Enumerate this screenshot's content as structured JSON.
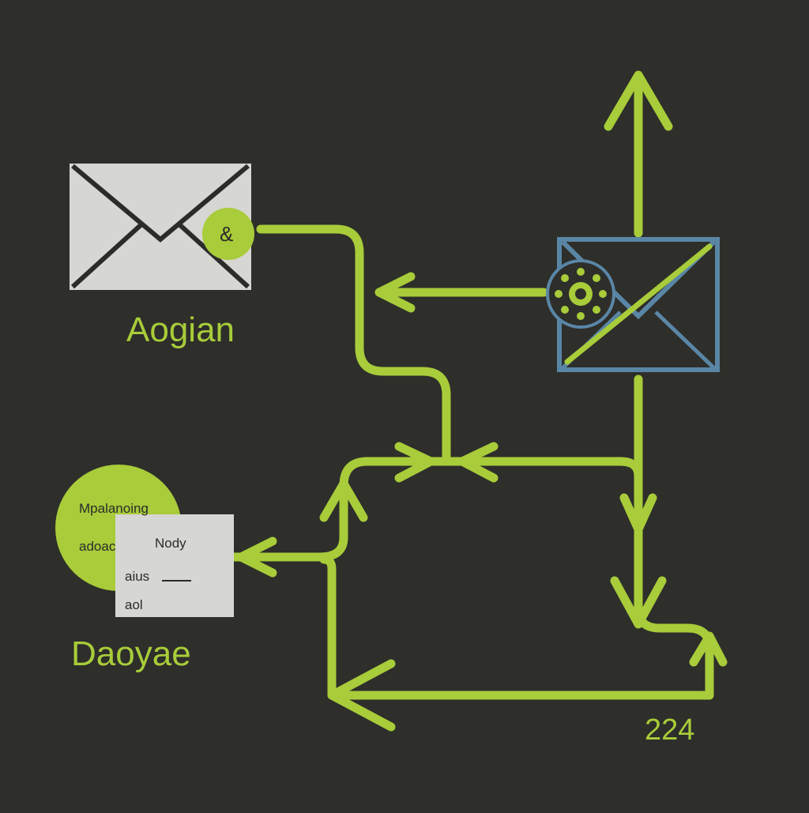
{
  "labels": {
    "top_envelope": "Aogian",
    "bottom_node": "Daoyae",
    "year": "224"
  },
  "circle_card": {
    "circle_line1": "Mpalanoing",
    "circle_line2": "adoac",
    "card_title": "Nody",
    "card_line1": "aius",
    "card_line2": "aol"
  },
  "badge": {
    "symbol": "&"
  },
  "colors": {
    "background": "#2e2e2a",
    "accent_green": "#a8cc3a",
    "envelope_gray": "#d6d6d2",
    "envelope_blue": "#5a86a6",
    "outline_dark": "#2b2b2b"
  },
  "icons": [
    "envelope-icon",
    "blue-envelope-icon",
    "gear-badge-icon",
    "arrow-icon"
  ]
}
